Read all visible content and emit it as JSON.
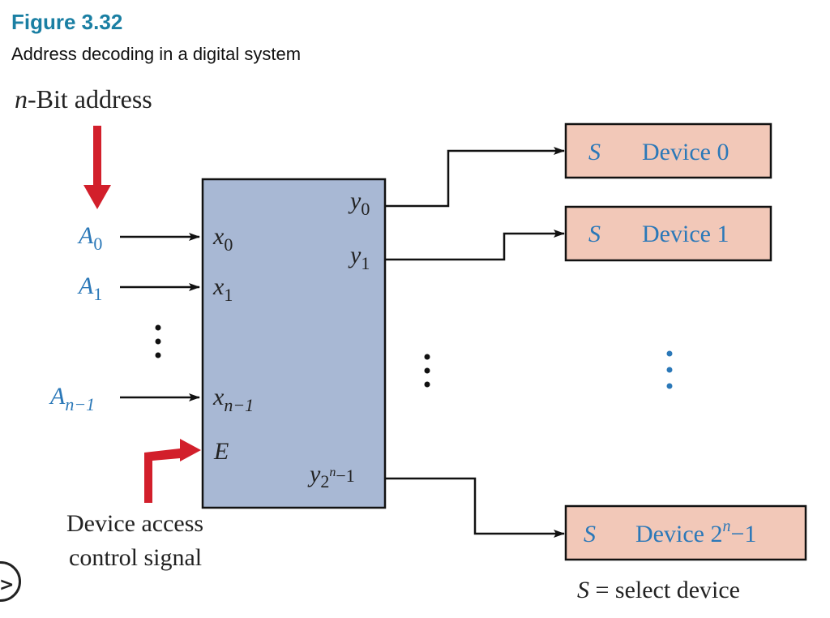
{
  "figure": {
    "number": "Figure 3.32",
    "caption": "Address decoding in a digital system"
  },
  "diagram": {
    "address_label": {
      "prefix": "n",
      "rest": "-Bit address"
    },
    "inputs": [
      {
        "base": "A",
        "sub": "0"
      },
      {
        "base": "A",
        "sub": "1"
      },
      {
        "base": "A",
        "sub": "n−1"
      }
    ],
    "decoder_inputs": [
      {
        "base": "x",
        "sub": "0"
      },
      {
        "base": "x",
        "sub": "1"
      },
      {
        "base": "x",
        "sub": "n−1"
      }
    ],
    "enable_label": "E",
    "decoder_outputs": [
      {
        "base": "y",
        "sub": "0"
      },
      {
        "base": "y",
        "sub": "1"
      },
      {
        "base": "y",
        "sub": "2",
        "sup": "n",
        "tail": "−1"
      }
    ],
    "devices": [
      {
        "select": "S",
        "name": "Device 0"
      },
      {
        "select": "S",
        "name": "Device 1"
      },
      {
        "select": "S",
        "name": "Device 2",
        "sup": "n",
        "tail": "−1"
      }
    ],
    "access_label": {
      "line1": "Device access",
      "line2": "control signal"
    },
    "legend": {
      "s": "S",
      "rest": " = select device"
    },
    "colors": {
      "decoder_fill": "#a8b8d4",
      "device_fill": "#f2c8b8",
      "arrow_red": "#d21f2b",
      "label_blue": "#2b78b8",
      "line": "#111111"
    }
  },
  "nav": {
    "icon": "chevron-right-icon"
  }
}
